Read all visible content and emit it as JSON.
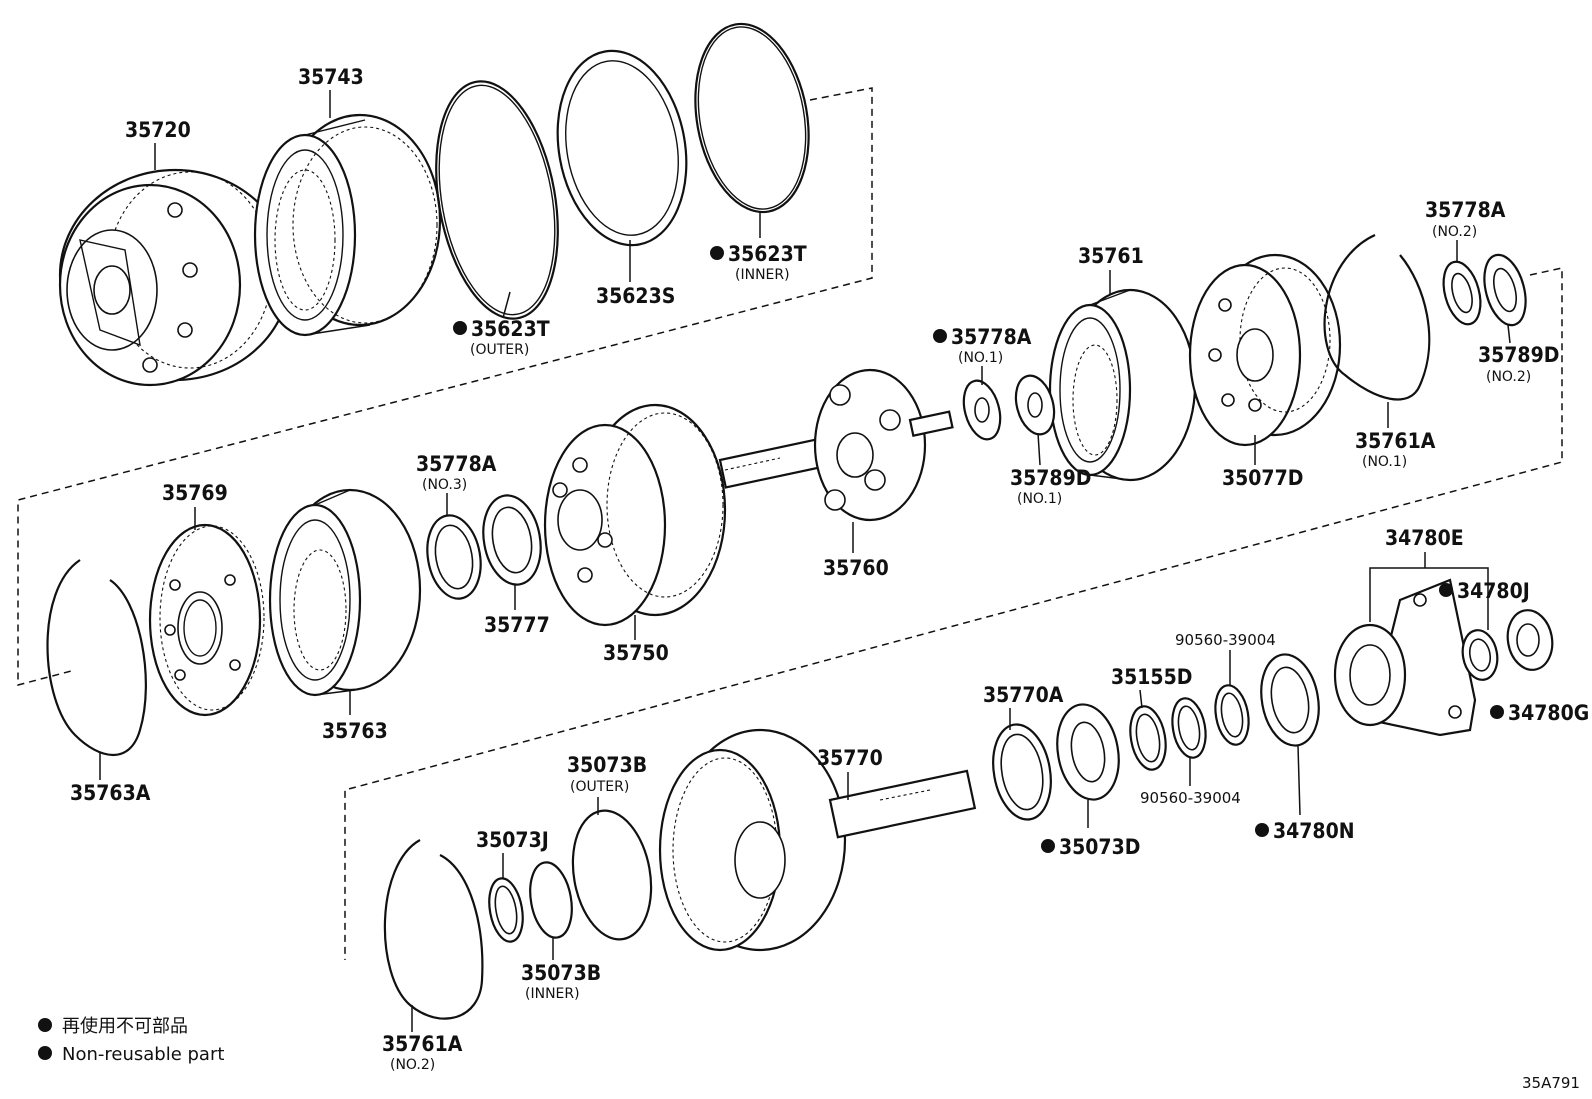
{
  "parts": {
    "p35720": "35720",
    "p35743": "35743",
    "p35623T_outer": "35623T",
    "p35623T_outer_sub": "(OUTER)",
    "p35623S": "35623S",
    "p35623T_inner": "35623T",
    "p35623T_inner_sub": "(INNER)",
    "p35761": "35761",
    "p35778A_no1": "35778A",
    "p35778A_no1_sub": "(NO.1)",
    "p35789D_no1": "35789D",
    "p35789D_no1_sub": "(NO.1)",
    "p35077D": "35077D",
    "p35778A_no2": "35778A",
    "p35778A_no2_sub": "(NO.2)",
    "p35789D_no2": "35789D",
    "p35789D_no2_sub": "(NO.2)",
    "p35761A_no1": "35761A",
    "p35761A_no1_sub": "(NO.1)",
    "p35769": "35769",
    "p35763": "35763",
    "p35763A": "35763A",
    "p35778A_no3": "35778A",
    "p35778A_no3_sub": "(NO.3)",
    "p35777": "35777",
    "p35750": "35750",
    "p35760": "35760",
    "p34780E": "34780E",
    "p34780J": "34780J",
    "p34780G": "34780G",
    "p90560_a": "90560-39004",
    "p35155D": "35155D",
    "p35770A": "35770A",
    "p90560_b": "90560-39004",
    "p34780N": "34780N",
    "p35073D": "35073D",
    "p35770": "35770",
    "p35073B_outer": "35073B",
    "p35073B_outer_sub": "(OUTER)",
    "p35073J": "35073J",
    "p35073B_inner": "35073B",
    "p35073B_inner_sub": "(INNER)",
    "p35761A_no2": "35761A",
    "p35761A_no2_sub": "(NO.2)"
  },
  "legend": {
    "jp": "再使用不可部品",
    "en": "Non-reusable part"
  },
  "diagram_code": "35A791"
}
